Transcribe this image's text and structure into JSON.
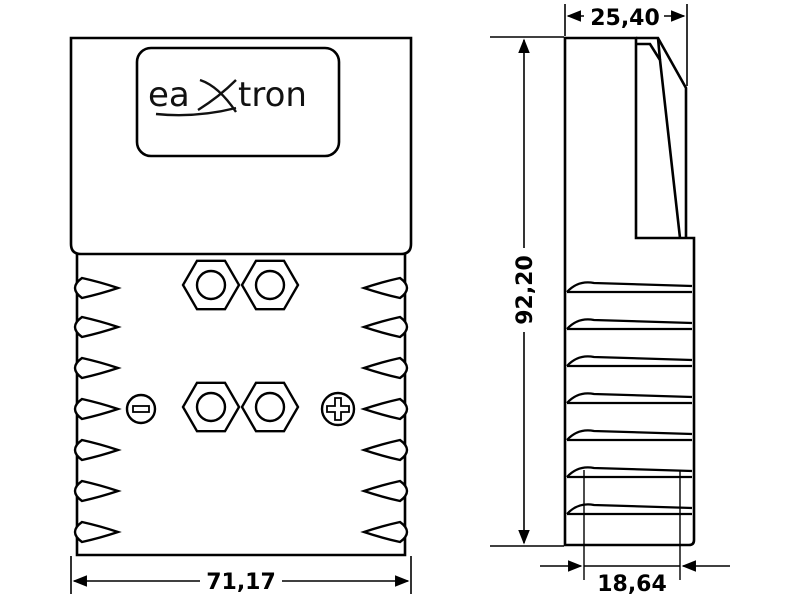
{
  "logo": {
    "prefix": "ea",
    "suffix": "tron"
  },
  "dimensions": {
    "width_front": "71,17",
    "height": "92,20",
    "depth_top": "25,40",
    "depth_bottom": "18,64"
  },
  "polarity": {
    "negative": "−",
    "positive": "+"
  },
  "colors": {
    "stroke": "#000000",
    "background": "#ffffff"
  }
}
